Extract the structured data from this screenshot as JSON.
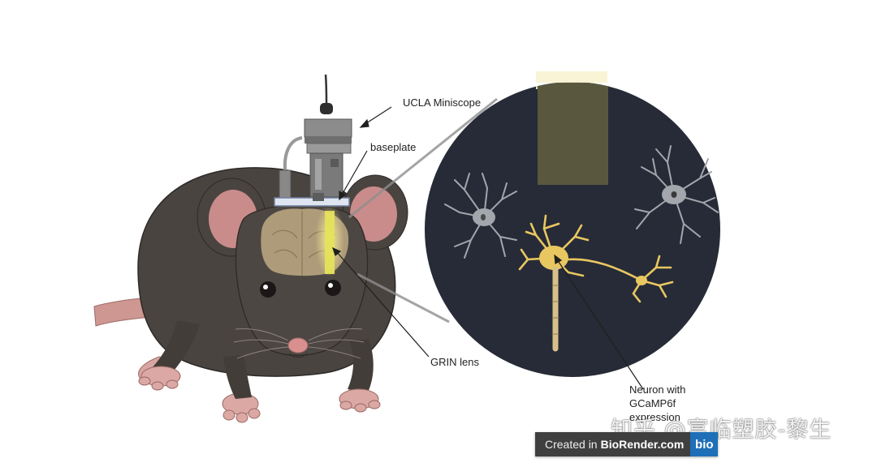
{
  "labels": {
    "miniscope": "UCLA Miniscope",
    "baseplate": "baseplate",
    "grin_lens": "GRIN lens",
    "neuron": "Neuron with GCaMP6f expression"
  },
  "watermark": "知乎 @富临塑胶-黎生",
  "badge": {
    "prefix": "Created in",
    "brand": "BioRender.com",
    "logo": "bio"
  },
  "icons": {
    "mouse": "mouse-illustration",
    "miniscope": "miniscope-device-icon",
    "neuron": "neuron-icon"
  },
  "colors": {
    "mouse_fur": "#4a4440",
    "ear_inner": "#c98c8a",
    "brain": "#b3a07c",
    "grin_lens": "#e6e25a",
    "field_background": "#262b37",
    "active_neuron": "#e9c760",
    "inactive_neuron": "#a3a6ac"
  }
}
